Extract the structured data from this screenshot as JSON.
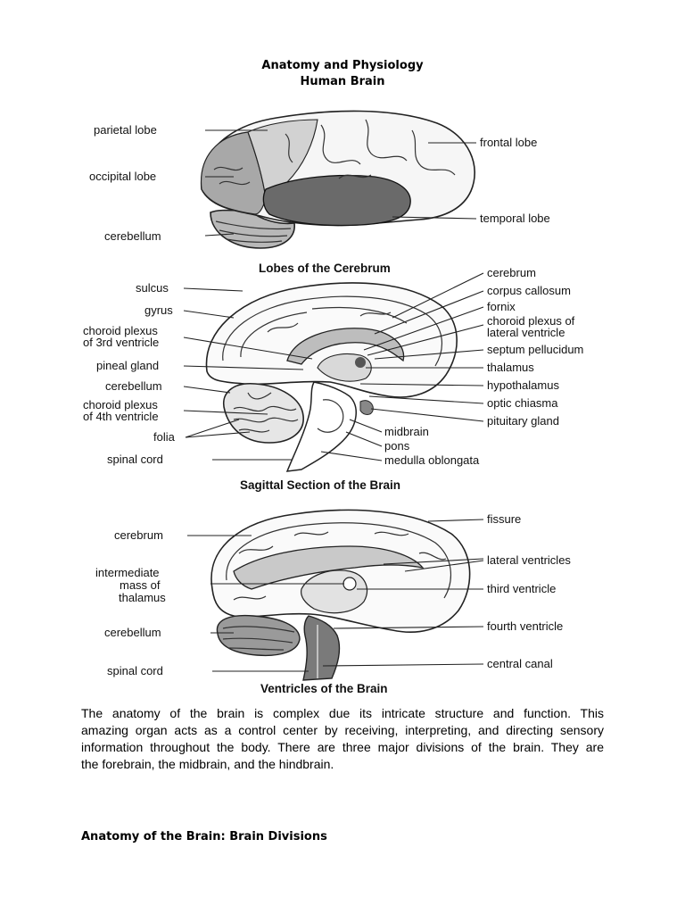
{
  "document": {
    "title_line1": "Anatomy and Physiology",
    "title_line2": "Human Brain"
  },
  "figure1": {
    "caption": "Lobes of the Cerebrum",
    "labels": {
      "parietal": "parietal lobe",
      "occipital": "occipital lobe",
      "cerebellum": "cerebellum",
      "frontal": "frontal lobe",
      "temporal": "temporal lobe"
    }
  },
  "figure2": {
    "caption": "Sagittal Section of the Brain",
    "left_labels": {
      "sulcus": "sulcus",
      "gyrus": "gyrus",
      "choroid3_l1": "choroid plexus",
      "choroid3_l2": "of 3rd ventricle",
      "pineal": "pineal gland",
      "cerebellum": "cerebellum",
      "choroid4_l1": "choroid plexus",
      "choroid4_l2": "of 4th ventricle",
      "folia": "folia",
      "spinal": "spinal cord"
    },
    "right_labels": {
      "cerebrum": "cerebrum",
      "corpus": "corpus callosum",
      "fornix": "fornix",
      "choroid_lat_l1": "choroid plexus of",
      "choroid_lat_l2": "lateral ventricle",
      "septum": "septum pellucidum",
      "thalamus": "thalamus",
      "hypothalamus": "hypothalamus",
      "optic": "optic chiasma",
      "pituitary": "pituitary gland",
      "midbrain": "midbrain",
      "pons": "pons",
      "medulla": "medulla oblongata"
    }
  },
  "figure3": {
    "caption": "Ventricles of the Brain",
    "left_labels": {
      "cerebrum": "cerebrum",
      "intermediate_l1": "intermediate",
      "intermediate_l2": "mass of",
      "intermediate_l3": "thalamus",
      "cerebellum": "cerebellum",
      "spinal": "spinal cord"
    },
    "right_labels": {
      "fissure": "fissure",
      "lateral": "lateral ventricles",
      "third": "third ventricle",
      "fourth": "fourth ventricle",
      "central": "central canal"
    }
  },
  "body": {
    "line1": "The anatomy of the brain is complex due its intricate structure and function. This",
    "line2": "amazing organ acts as a control center by receiving, interpreting, and directing sensory",
    "line3": "information throughout the body. There are three major divisions of the brain. They are",
    "line4": "the forebrain, the midbrain, and the hindbrain."
  },
  "section_heading": "Anatomy of the Brain: Brain Divisions"
}
